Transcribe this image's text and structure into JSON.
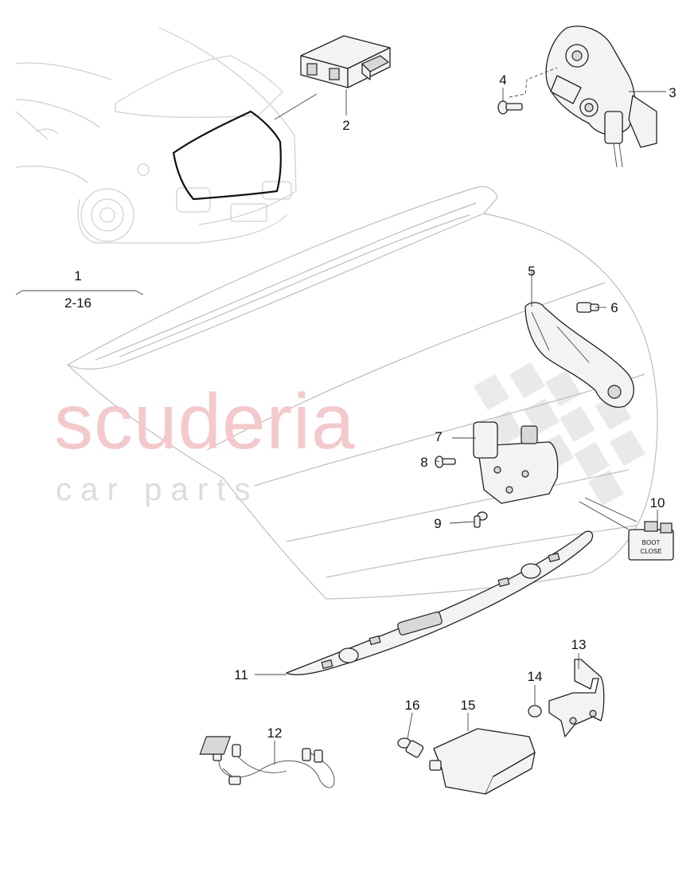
{
  "watermark": {
    "brand": "scuderia",
    "tagline": "c a r   p a r t s"
  },
  "assembly": {
    "number": "1",
    "range": "2-16"
  },
  "switch_label": {
    "line1": "BOOT",
    "line2": "CLOSE"
  },
  "callouts": {
    "c2": "2",
    "c3": "3",
    "c4": "4",
    "c5": "5",
    "c6": "6",
    "c7": "7",
    "c8": "8",
    "c9": "9",
    "c10": "10",
    "c11": "11",
    "c12": "12",
    "c13": "13",
    "c14": "14",
    "c15": "15",
    "c16": "16"
  },
  "colors": {
    "watermark_red": "#f4c9cb",
    "watermark_grey": "#dcdcdc",
    "line": "#222222"
  }
}
